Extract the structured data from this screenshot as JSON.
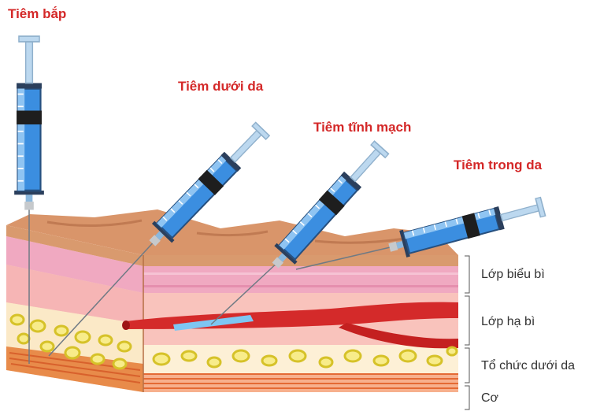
{
  "injection_types": {
    "intramuscular": "Tiêm bắp",
    "subcutaneous": "Tiêm dưới da",
    "intravenous": "Tiêm tĩnh mạch",
    "intradermal": "Tiêm trong da"
  },
  "skin_layers": {
    "epidermis": "Lớp biểu bì",
    "dermis": "Lớp hạ bì",
    "subcutaneous_tissue": "Tổ chức dưới da",
    "muscle": "Cơ"
  },
  "colors": {
    "label_red": "#d42828",
    "label_dark": "#333333",
    "syringe_fluid": "#3b8ee0",
    "vein": "#d42a2a",
    "skin_surface": "#d9956a"
  }
}
